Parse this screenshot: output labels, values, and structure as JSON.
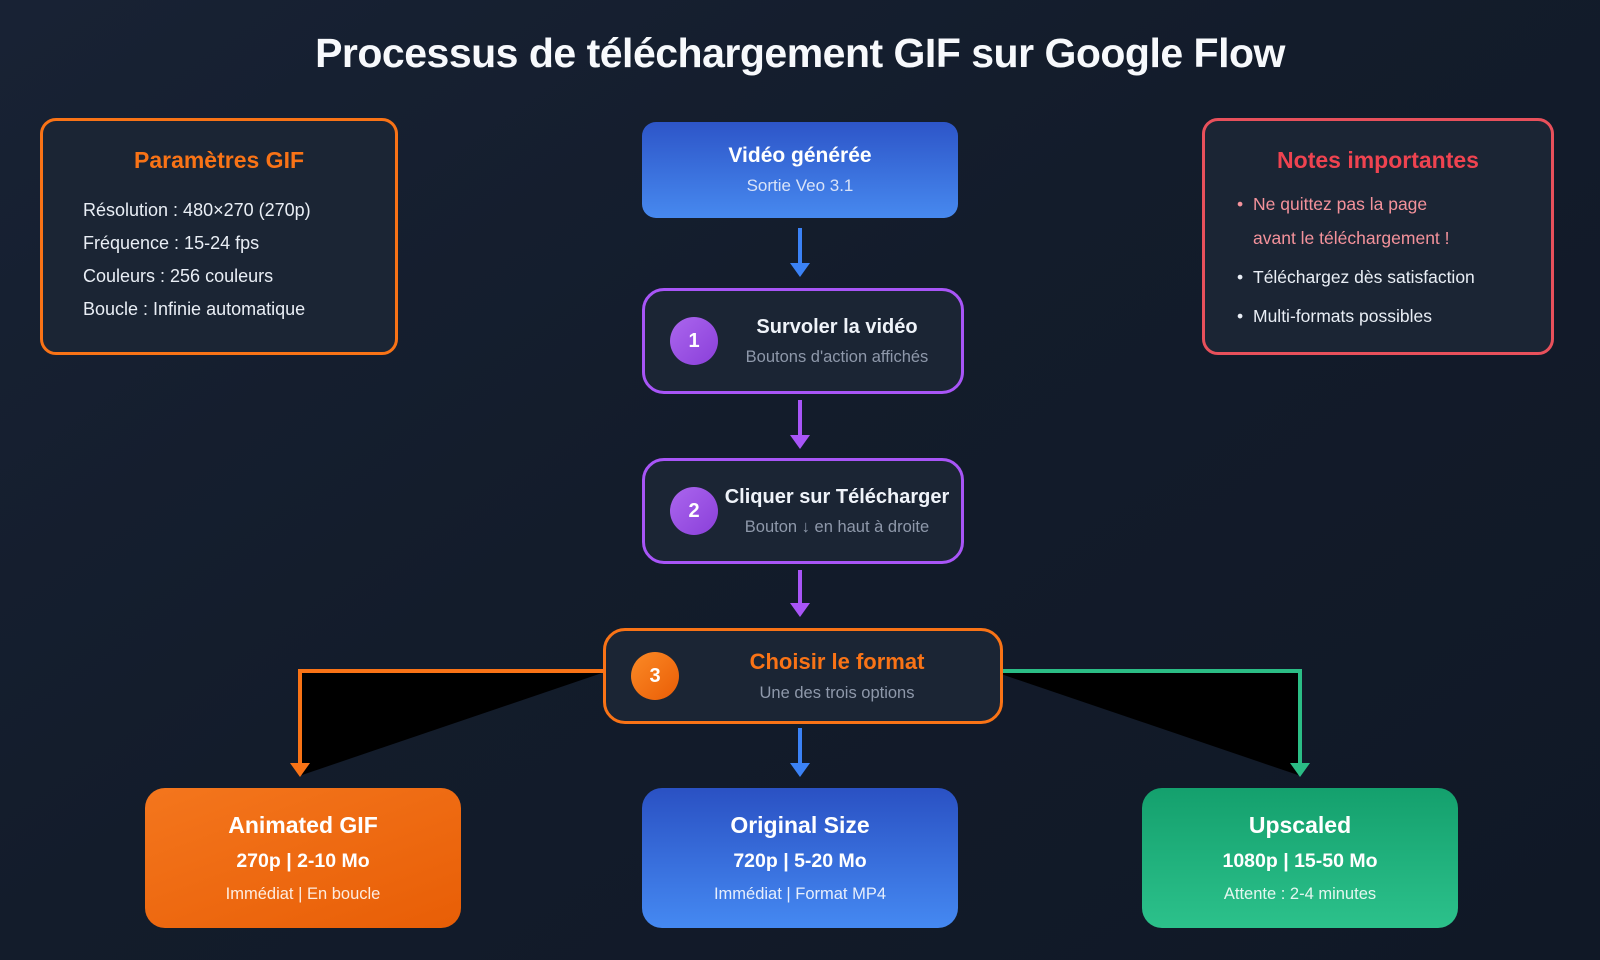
{
  "title": "Processus de téléchargement GIF sur Google Flow",
  "params_panel": {
    "title": "Paramètres GIF",
    "lines": [
      "Résolution : 480×270 (270p)",
      "Fréquence : 15-24 fps",
      "Couleurs : 256 couleurs",
      "Boucle : Infinie automatique"
    ]
  },
  "notes_panel": {
    "title": "Notes importantes",
    "bullet_glyph": "•",
    "bullets": [
      {
        "line1": "Ne quittez pas la page",
        "line2": "avant le téléchargement !"
      },
      {
        "line1": "Téléchargez dès satisfaction"
      },
      {
        "line1": "Multi-formats possibles"
      }
    ]
  },
  "flow": {
    "start": {
      "title": "Vidéo générée",
      "subtitle": "Sortie Veo 3.1"
    },
    "steps": [
      {
        "num": "1",
        "title": "Survoler la vidéo",
        "subtitle": "Boutons d'action affichés"
      },
      {
        "num": "2",
        "title": "Cliquer sur Télécharger",
        "subtitle": "Bouton ↓ en haut à droite"
      },
      {
        "num": "3",
        "title": "Choisir le format",
        "subtitle": "Une des trois options"
      }
    ],
    "outputs": [
      {
        "title": "Animated GIF",
        "line1": "270p | 2-10 Mo",
        "line2": "Immédiat | En boucle"
      },
      {
        "title": "Original Size",
        "line1": "720p | 5-20 Mo",
        "line2": "Immédiat | Format MP4"
      },
      {
        "title": "Upscaled",
        "line1": "1080p | 15-50 Mo",
        "line2": "Attente : 2-4 minutes"
      }
    ]
  },
  "colors": {
    "background": "#131c2b",
    "orange": "#f97316",
    "purple": "#a855f7",
    "blue": "#3b82f6",
    "red_border": "#e8505b",
    "red_text": "#ef4350",
    "salmon": "#f4929b",
    "green": "#2bbd85"
  }
}
